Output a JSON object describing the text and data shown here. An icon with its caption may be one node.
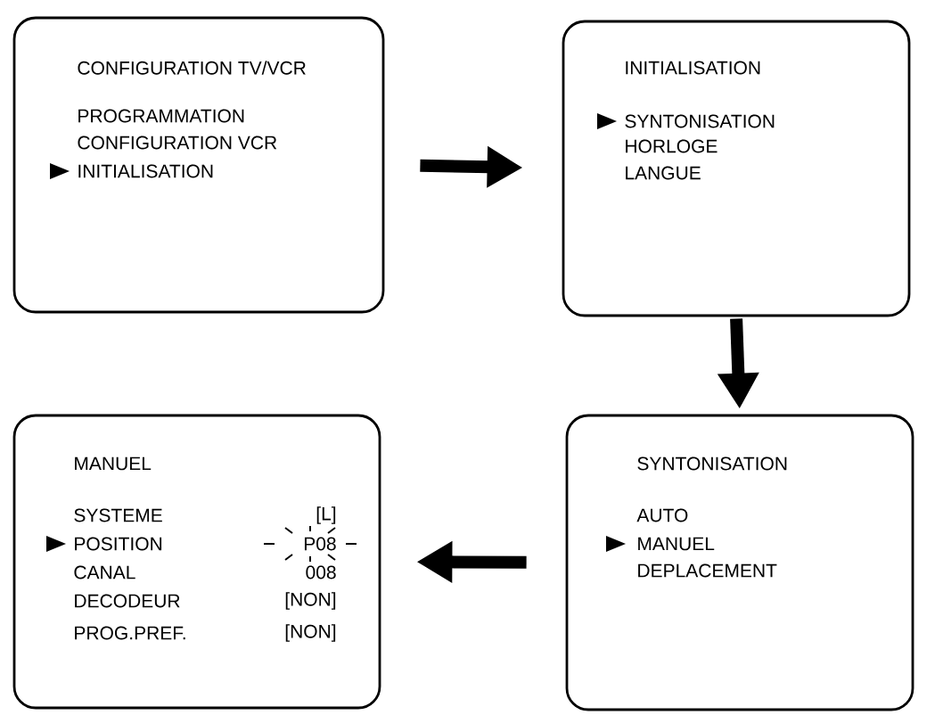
{
  "diagram": {
    "nodes": [
      {
        "text": [
          "CONFIGURATION TV/VCR",
          "PROGRAMMATION",
          "CONFIGURATION VCR",
          "INITIALISATION"
        ]
      },
      {
        "text": [
          "INITIALISATION",
          "SYNTONISATION",
          "HORLOGE",
          "LANGUE"
        ]
      },
      {
        "text": [
          "MANUEL",
          "SYSTEME",
          "POSITION",
          "CANAL",
          "DECODEUR",
          "PROG.PREF.",
          "[L]",
          "P08",
          "008",
          "[NON]",
          "[NON]"
        ]
      },
      {
        "text": [
          "SYNTONISATION",
          "AUTO",
          "MANUEL",
          "DEPLACEMENT"
        ]
      }
    ],
    "edges": [
      {
        "from": 0,
        "to": 1,
        "arrow": "to"
      },
      {
        "from": 1,
        "to": 3,
        "arrow": "to"
      },
      {
        "from": 3,
        "to": 2,
        "arrow": "to"
      }
    ]
  }
}
